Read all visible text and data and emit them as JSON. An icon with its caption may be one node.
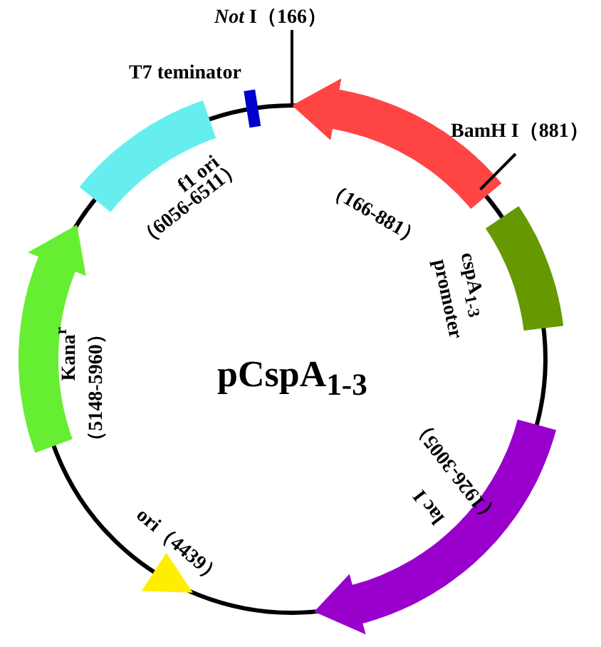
{
  "diagram": {
    "title": "pCspA$_{1-3}$",
    "nodes": [
      {
        "text": [
          "*Not* I（166）"
        ]
      },
      {
        "text": [
          "BamH I（881）"
        ]
      }
    ],
    "edges": [
      {
        "from": 0,
        "to": null,
        "arrow": "none"
      },
      {
        "from": 1,
        "to": null,
        "arrow": "none"
      }
    ],
    "labels": [
      "T7 teminator",
      "（166-881）",
      "f1 ori",
      "（6056-6511）",
      "cspA$_{1-3}$",
      "promoter",
      "Kana$^{r}$",
      "（5148-5960）",
      "lac I",
      "（1926-3005）",
      "ori（4439）"
    ]
  }
}
